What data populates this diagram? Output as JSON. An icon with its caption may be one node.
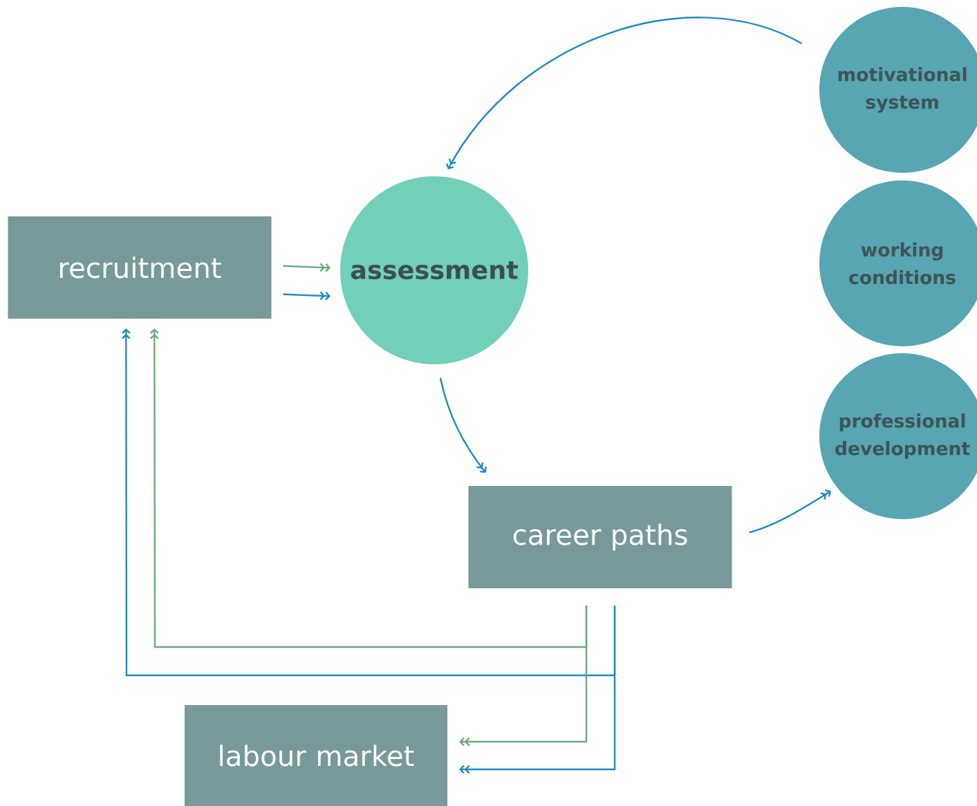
{
  "diagram": {
    "nodes": [
      {
        "text": [
          "recruitment"
        ]
      },
      {
        "text": [
          "assessment"
        ]
      },
      {
        "text": [
          "motivational system"
        ]
      },
      {
        "text": [
          "working conditions"
        ]
      },
      {
        "text": [
          "professional development"
        ]
      },
      {
        "text": [
          "career paths"
        ]
      },
      {
        "text": [
          "labour market"
        ]
      }
    ],
    "edges": [
      {
        "from": 0,
        "to": 1,
        "arrow": "to",
        "color": "#6aa87a"
      },
      {
        "from": 0,
        "to": 1,
        "arrow": "to"
      },
      {
        "from": 2,
        "to": 1,
        "arrow": "to"
      },
      {
        "from": 1,
        "to": 5,
        "arrow": "to"
      },
      {
        "from": 5,
        "to": 4,
        "arrow": "to"
      },
      {
        "from": 5,
        "to": 0,
        "arrow": "to",
        "color": "#6aa87a"
      },
      {
        "from": 5,
        "to": 0,
        "arrow": "to"
      },
      {
        "from": 5,
        "to": 6,
        "arrow": "to",
        "color": "#6aa87a"
      },
      {
        "from": 5,
        "to": 6,
        "arrow": "to"
      }
    ]
  }
}
